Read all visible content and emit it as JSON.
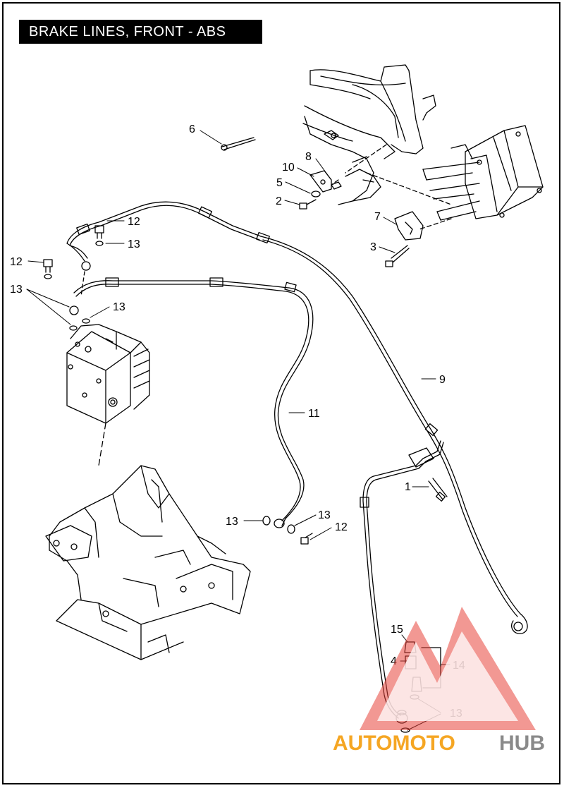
{
  "title": "BRAKE LINES, FRONT - ABS",
  "callouts": {
    "c1": "1",
    "c2": "2",
    "c3": "3",
    "c4": "4",
    "c5": "5",
    "c6": "6",
    "c7": "7",
    "c8": "8",
    "c9": "9",
    "c10": "10",
    "c11": "11",
    "c12a": "12",
    "c12b": "12",
    "c12c": "12",
    "c13a": "13",
    "c13b": "13",
    "c13c": "13",
    "c13d": "13",
    "c13e": "13",
    "c13f": "13",
    "c14": "14",
    "c15": "15"
  },
  "watermark": {
    "part1": "AUTOMOTO",
    "part2": "HUB",
    "color_primary": "#f5a623",
    "color_secondary": "#8a8a8a",
    "logo_color": "#e8443a"
  }
}
